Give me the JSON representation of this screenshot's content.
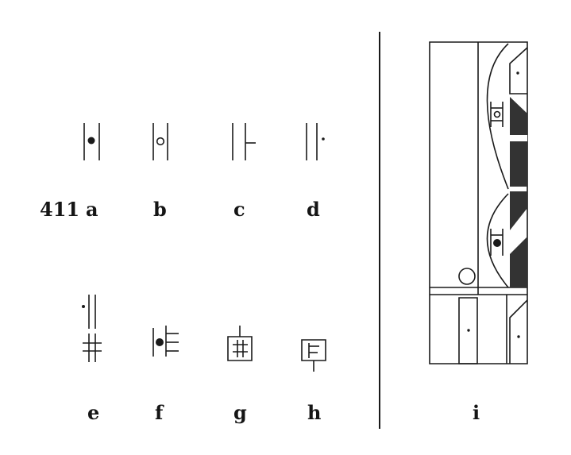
{
  "figure": {
    "number": "411",
    "labels": {
      "a": "a",
      "b": "b",
      "c": "c",
      "d": "d",
      "e": "e",
      "f": "f",
      "g": "g",
      "h": "h",
      "i": "i"
    }
  }
}
